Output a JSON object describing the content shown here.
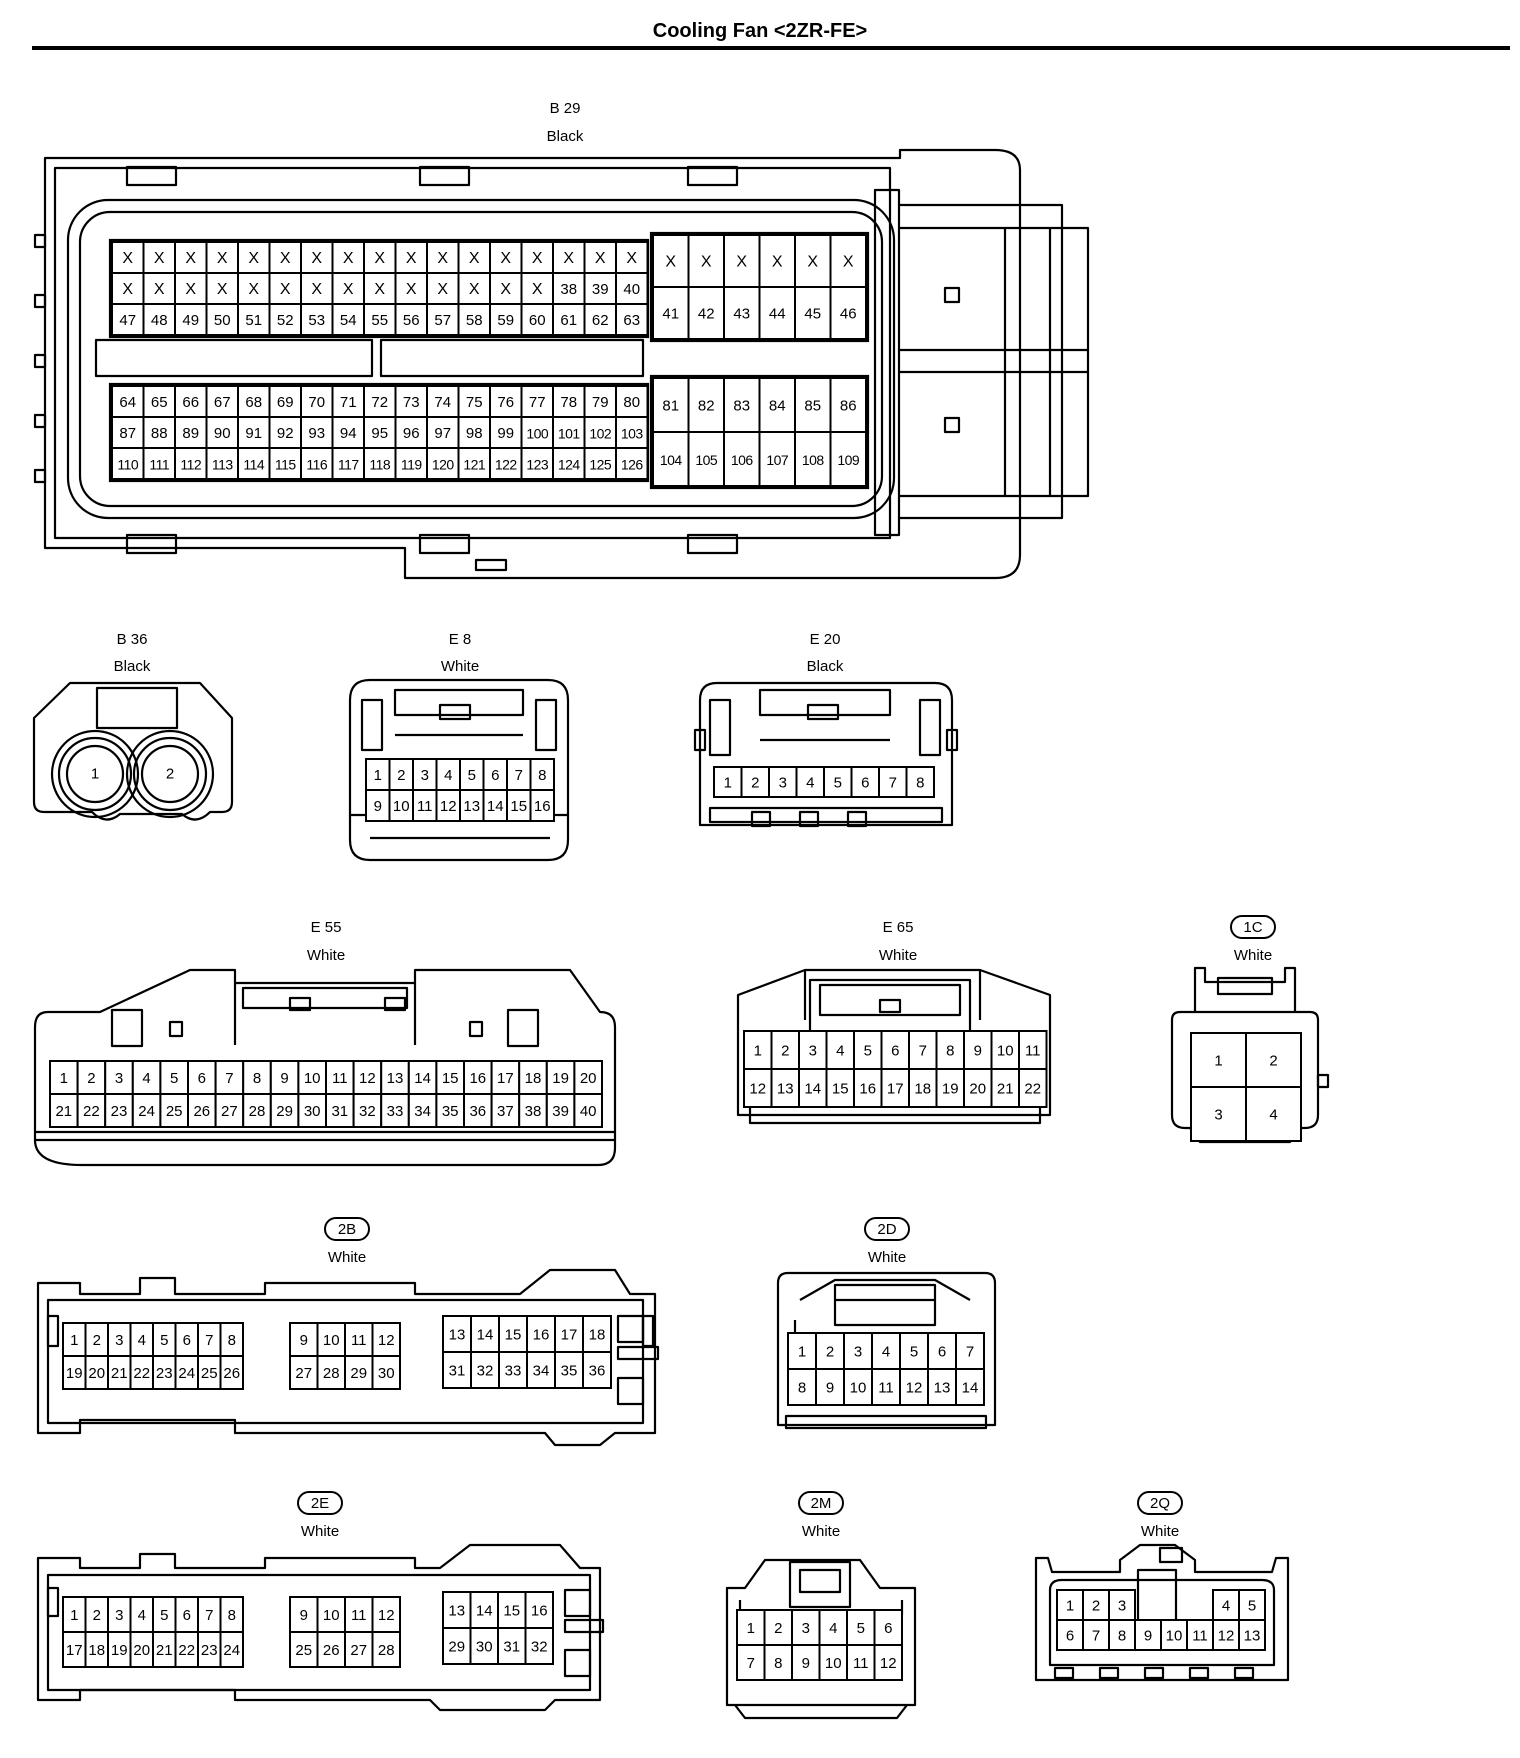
{
  "title": "Cooling Fan <2ZR-FE>",
  "connectors": [
    {
      "id": "B29",
      "code": "B 29",
      "circled": false,
      "color": "Black"
    },
    {
      "id": "B36",
      "code": "B 36",
      "circled": false,
      "color": "Black",
      "pins": [
        "1",
        "2"
      ]
    },
    {
      "id": "E8",
      "code": "E 8",
      "circled": false,
      "color": "White",
      "rows": [
        [
          "1",
          "2",
          "3",
          "4",
          "5",
          "6",
          "7",
          "8"
        ],
        [
          "9",
          "10",
          "11",
          "12",
          "13",
          "14",
          "15",
          "16"
        ]
      ]
    },
    {
      "id": "E20",
      "code": "E 20",
      "circled": false,
      "color": "Black",
      "rows": [
        [
          "1",
          "2",
          "3",
          "4",
          "5",
          "6",
          "7",
          "8"
        ]
      ]
    },
    {
      "id": "E55",
      "code": "E 55",
      "circled": false,
      "color": "White",
      "rows": [
        [
          "1",
          "2",
          "3",
          "4",
          "5",
          "6",
          "7",
          "8",
          "9",
          "10",
          "11",
          "12",
          "13",
          "14",
          "15",
          "16",
          "17",
          "18",
          "19",
          "20"
        ],
        [
          "21",
          "22",
          "23",
          "24",
          "25",
          "26",
          "27",
          "28",
          "29",
          "30",
          "31",
          "32",
          "33",
          "34",
          "35",
          "36",
          "37",
          "38",
          "39",
          "40"
        ]
      ]
    },
    {
      "id": "E65",
      "code": "E 65",
      "circled": false,
      "color": "White",
      "rows": [
        [
          "1",
          "2",
          "3",
          "4",
          "5",
          "6",
          "7",
          "8",
          "9",
          "10",
          "11"
        ],
        [
          "12",
          "13",
          "14",
          "15",
          "16",
          "17",
          "18",
          "19",
          "20",
          "21",
          "22"
        ]
      ]
    },
    {
      "id": "1C",
      "code": "1C",
      "circled": true,
      "color": "White",
      "rows": [
        [
          "1",
          "2"
        ],
        [
          "3",
          "4"
        ]
      ]
    },
    {
      "id": "2B",
      "code": "2B",
      "circled": true,
      "color": "White",
      "blocks": [
        {
          "rows": [
            [
              "1",
              "2",
              "3",
              "4",
              "5",
              "6",
              "7",
              "8"
            ],
            [
              "19",
              "20",
              "21",
              "22",
              "23",
              "24",
              "25",
              "26"
            ]
          ]
        },
        {
          "rows": [
            [
              "9",
              "10",
              "11",
              "12"
            ],
            [
              "27",
              "28",
              "29",
              "30"
            ]
          ]
        },
        {
          "rows": [
            [
              "13",
              "14",
              "15",
              "16",
              "17",
              "18"
            ],
            [
              "31",
              "32",
              "33",
              "34",
              "35",
              "36"
            ]
          ]
        }
      ]
    },
    {
      "id": "2D",
      "code": "2D",
      "circled": true,
      "color": "White",
      "rows": [
        [
          "1",
          "2",
          "3",
          "4",
          "5",
          "6",
          "7"
        ],
        [
          "8",
          "9",
          "10",
          "11",
          "12",
          "13",
          "14"
        ]
      ]
    },
    {
      "id": "2E",
      "code": "2E",
      "circled": true,
      "color": "White",
      "blocks": [
        {
          "rows": [
            [
              "1",
              "2",
              "3",
              "4",
              "5",
              "6",
              "7",
              "8"
            ],
            [
              "17",
              "18",
              "19",
              "20",
              "21",
              "22",
              "23",
              "24"
            ]
          ]
        },
        {
          "rows": [
            [
              "9",
              "10",
              "11",
              "12"
            ],
            [
              "25",
              "26",
              "27",
              "28"
            ]
          ]
        },
        {
          "rows": [
            [
              "13",
              "14",
              "15",
              "16"
            ],
            [
              "29",
              "30",
              "31",
              "32"
            ]
          ]
        }
      ]
    },
    {
      "id": "2M",
      "code": "2M",
      "circled": true,
      "color": "White",
      "rows": [
        [
          "1",
          "2",
          "3",
          "4",
          "5",
          "6"
        ],
        [
          "7",
          "8",
          "9",
          "10",
          "11",
          "12"
        ]
      ]
    },
    {
      "id": "2Q",
      "code": "2Q",
      "circled": true,
      "color": "White",
      "rows": [
        [
          "1",
          "2",
          "3",
          "",
          "",
          "",
          "4",
          "5"
        ],
        [
          "6",
          "7",
          "8",
          "9",
          "10",
          "11",
          "12",
          "13"
        ]
      ]
    }
  ],
  "b29_pins": {
    "left_upper": [
      [
        "X",
        "X",
        "X",
        "X",
        "X",
        "X",
        "X",
        "X",
        "X",
        "X",
        "X",
        "X",
        "X",
        "X",
        "X",
        "X",
        "X"
      ],
      [
        "X",
        "X",
        "X",
        "X",
        "X",
        "X",
        "X",
        "X",
        "X",
        "X",
        "X",
        "X",
        "X",
        "X",
        "38",
        "39",
        "40"
      ],
      [
        "47",
        "48",
        "49",
        "50",
        "51",
        "52",
        "53",
        "54",
        "55",
        "56",
        "57",
        "58",
        "59",
        "60",
        "61",
        "62",
        "63"
      ]
    ],
    "left_lower": [
      [
        "64",
        "65",
        "66",
        "67",
        "68",
        "69",
        "70",
        "71",
        "72",
        "73",
        "74",
        "75",
        "76",
        "77",
        "78",
        "79",
        "80"
      ],
      [
        "87",
        "88",
        "89",
        "90",
        "91",
        "92",
        "93",
        "94",
        "95",
        "96",
        "97",
        "98",
        "99",
        "100",
        "101",
        "102",
        "103"
      ],
      [
        "110",
        "111",
        "112",
        "113",
        "114",
        "115",
        "116",
        "117",
        "118",
        "119",
        "120",
        "121",
        "122",
        "123",
        "124",
        "125",
        "126"
      ]
    ],
    "right_upper": [
      [
        "X",
        "X",
        "X",
        "X",
        "X",
        "X"
      ],
      [
        "41",
        "42",
        "43",
        "44",
        "45",
        "46"
      ]
    ],
    "right_lower": [
      [
        "81",
        "82",
        "83",
        "84",
        "85",
        "86"
      ],
      [
        "104",
        "105",
        "106",
        "107",
        "108",
        "109"
      ]
    ]
  }
}
